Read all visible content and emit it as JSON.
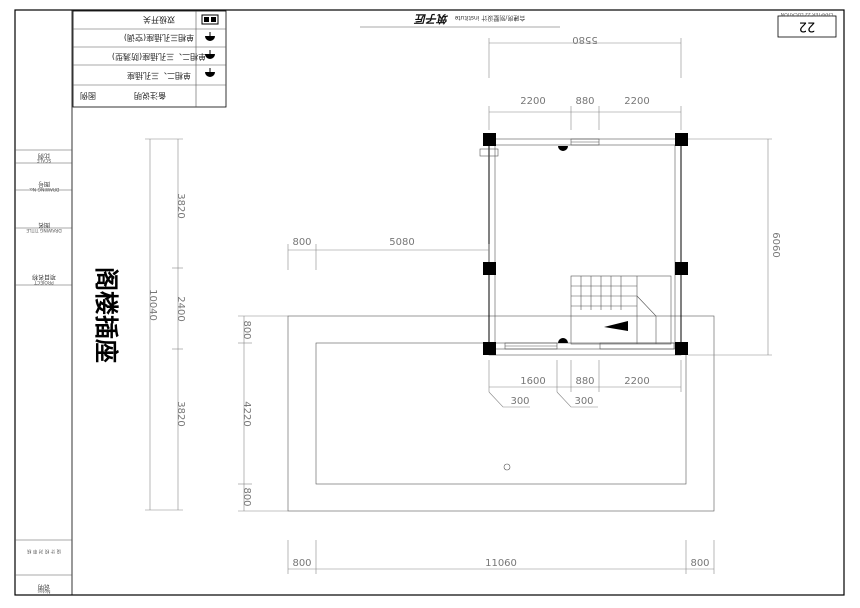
{
  "sheet": {
    "title": "阁楼插座",
    "page_number": "22",
    "page_number_caption": "CHAPTER 22 LOCATION",
    "brand": "筑子匠",
    "brand_caption": "合建房/别墅设计 institute"
  },
  "title_block": {
    "project_label": "项目名称",
    "project_label_en": "PROJECT",
    "drawing_title_label": "图名",
    "drawing_title_label_en": "DRAWING TITLE",
    "drawing_no_label": "图号",
    "drawing_no_label_en": "DRAWING No.",
    "scale_label": "比例",
    "scale_label_en": "SCALE",
    "notes_label": "说明",
    "notes_label_en": "Notes",
    "signatures": "设 计  校 对  审 核"
  },
  "legend": {
    "header_symbol": "图例",
    "header_desc": "备注说明",
    "rows": [
      {
        "symbol": "socket-icon",
        "text": "单相二、三孔插座"
      },
      {
        "symbol": "socket-icon",
        "text": "单相二、三孔插座(防溅型)"
      },
      {
        "symbol": "socket-icon",
        "text": "单相三孔插座(空调)"
      },
      {
        "symbol": "box-icon",
        "text": "双极开关"
      }
    ]
  },
  "dimensions": {
    "top_overall": "5580",
    "top_left": "2200",
    "top_mid": "880",
    "top_right": "2200",
    "right_height": "6060",
    "left_offset": "800",
    "left_long": "5080",
    "bottom_left": "1600",
    "bottom_mid": "880",
    "bottom_right": "2200",
    "bottom_sub_a": "300",
    "bottom_sub_b": "300",
    "vertical_a": "3820",
    "vertical_b": "2400",
    "vertical_c": "3820",
    "vertical_total": "10040",
    "left_small_top": "800",
    "left_mid": "4220",
    "left_small_bottom": "800",
    "bottom_total": "11060",
    "bottom_edge_left": "800",
    "bottom_edge_right": "800"
  }
}
